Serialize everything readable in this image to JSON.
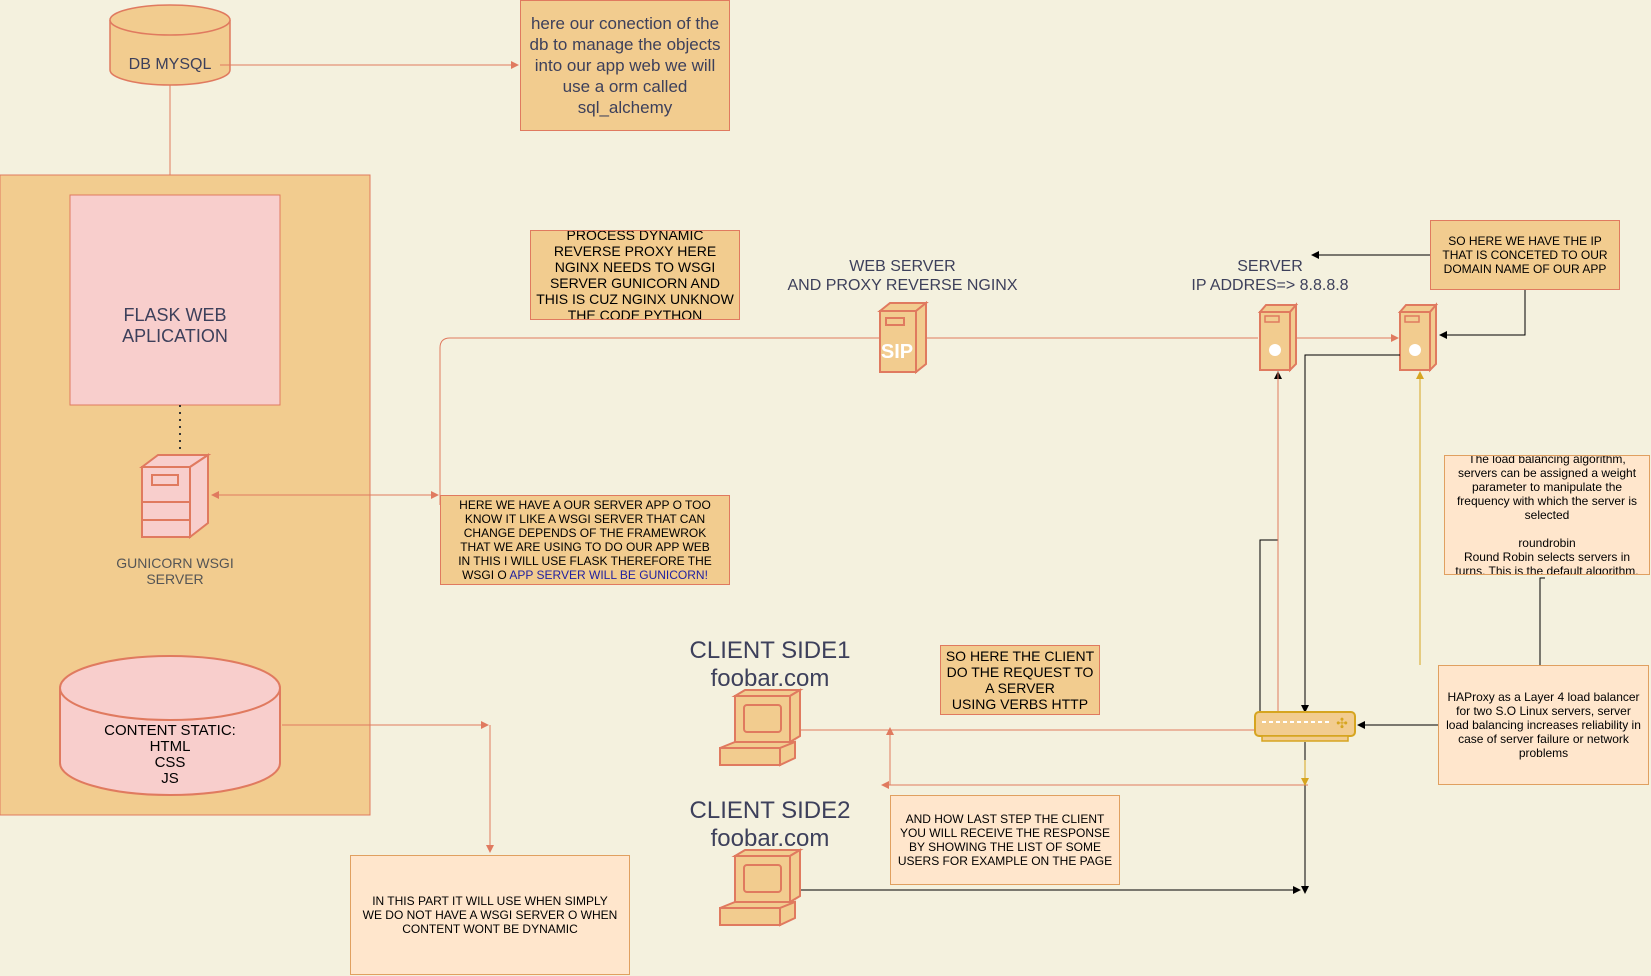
{
  "db": {
    "label": "DB MYSQL"
  },
  "notes": {
    "orm": "here our conection of the db to manage the objects into our app web we will use a orm called sql_alchemy",
    "nginx_process": "PROCESS DYNAMIC REVERSE PROXY HERE NGINX NEEDS TO WSGI SERVER GUNICORN AND THIS IS CUZ NGINX UNKNOW THE CODE PYTHON",
    "wsgi_part1": "HERE WE HAVE A OUR SERVER APP O TOO KNOW IT LIKE A WSGI SERVER THAT CAN CHANGE DEPENDS OF THE FRAMEWROK THAT WE ARE USING TO DO OUR APP WEB\nIN THIS I WILL USE FLASK THEREFORE THE WSGI O ",
    "wsgi_part2": "APP SERVER WILL BE GUNICORN!",
    "ip_note": "SO HERE WE HAVE THE IP THAT IS CONCETED TO OUR DOMAIN NAME OF OUR APP",
    "lb_algorithm": "The load balancing algorithm, servers can be assigned a weight parameter to manipulate the frequency with which the server is selected\n\nroundrobin\nRound Robin selects servers in turns. This is the default algorithm.",
    "haproxy": "HAProxy as a Layer 4 load balancer for two S.O Linux servers, server load balancing increases reliability in case of server failure or network problems",
    "client_request": "SO HERE THE CLIENT DO THE REQUEST TO A SERVER\nUSING VERBS HTTP",
    "last_step": "AND HOW LAST STEP THE CLIENT YOU WILL RECEIVE THE RESPONSE BY SHOWING THE LIST OF SOME USERS FOR EXAMPLE ON THE PAGE",
    "static_part": "IN THIS PART IT WILL USE WHEN SIMPLY WE DO NOT HAVE A WSGI SERVER O WHEN CONTENT WONT BE DYNAMIC"
  },
  "flask": {
    "label": "FLASK WEB\nAPLICATION"
  },
  "gunicorn": {
    "label": "GUNICORN WSGI\nSERVER"
  },
  "static_content": {
    "label": "CONTENT STATIC:\nHTML\nCSS\nJS"
  },
  "web_server": {
    "label": "WEB SERVER\nAND PROXY REVERSE NGINX"
  },
  "server": {
    "label": "SERVER\nIP ADDRES=> 8.8.8.8"
  },
  "client1": {
    "label": "CLIENT SIDE1\nfoobar.com"
  },
  "client2": {
    "label": "CLIENT SIDE2\nfoobar.com"
  },
  "colors": {
    "background": "#f4f1de",
    "container": "#f2cc8f",
    "pink": "#f8cecc",
    "edge": "#e07a5f",
    "note": "#ffe6cc",
    "arrow_black": "#000000",
    "arrow_gold": "#d6a520"
  },
  "icons": [
    "database-icon",
    "server-tower-icon",
    "router-server-icon",
    "desktop-computer-icon",
    "load-balancer-icon"
  ]
}
